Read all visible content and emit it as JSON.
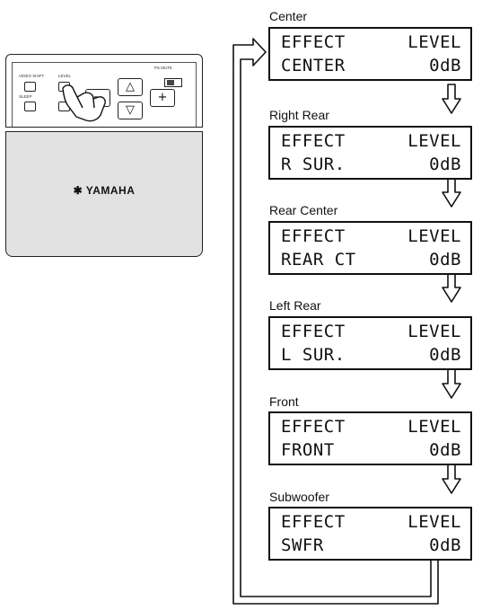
{
  "remote": {
    "brand": "YAMAHA",
    "labels": {
      "tl": "VIDEO SHIFT",
      "tm": "LEVEL",
      "bl": "SLEEP",
      "tr": "PS MUTE"
    },
    "up_glyph": "△",
    "down_glyph": "▽",
    "minus_glyph": "−",
    "plus_glyph": "+"
  },
  "steps": [
    {
      "label": "Center",
      "line1_left": "EFFECT",
      "line1_right": "LEVEL",
      "line2_left": "CENTER",
      "line2_right": "0dB"
    },
    {
      "label": "Right Rear",
      "line1_left": "EFFECT",
      "line1_right": "LEVEL",
      "line2_left": "R SUR.",
      "line2_right": "0dB"
    },
    {
      "label": "Rear Center",
      "line1_left": "EFFECT",
      "line1_right": "LEVEL",
      "line2_left": "REAR CT",
      "line2_right": "0dB"
    },
    {
      "label": "Left Rear",
      "line1_left": "EFFECT",
      "line1_right": "LEVEL",
      "line2_left": "L SUR.",
      "line2_right": "0dB"
    },
    {
      "label": "Front",
      "line1_left": "EFFECT",
      "line1_right": "LEVEL",
      "line2_left": "FRONT",
      "line2_right": "0dB"
    },
    {
      "label": "Subwoofer",
      "line1_left": "EFFECT",
      "line1_right": "LEVEL",
      "line2_left": "SWFR",
      "line2_right": "0dB"
    }
  ]
}
